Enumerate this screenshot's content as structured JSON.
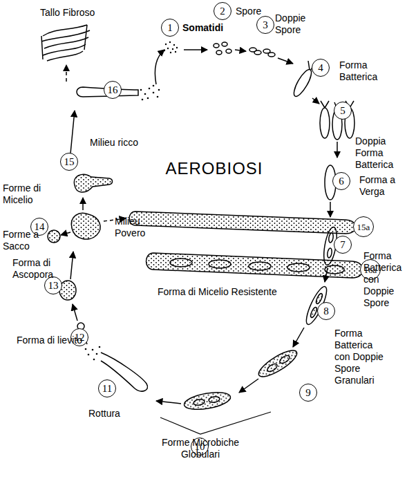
{
  "diagram": {
    "title": "AEROBIOSI",
    "nodes": [
      {
        "text": [
          "1"
        ]
      },
      {
        "text": [
          "2"
        ]
      },
      {
        "text": [
          "3"
        ]
      },
      {
        "text": [
          "4"
        ]
      },
      {
        "text": [
          "5"
        ]
      },
      {
        "text": [
          "6"
        ]
      },
      {
        "text": [
          "7"
        ]
      },
      {
        "text": [
          "8"
        ]
      },
      {
        "text": [
          "9"
        ]
      },
      {
        "text": [
          "10"
        ]
      },
      {
        "text": [
          "11"
        ]
      },
      {
        "text": [
          "12"
        ]
      },
      {
        "text": [
          "13"
        ]
      },
      {
        "text": [
          "14"
        ]
      },
      {
        "text": [
          "15"
        ]
      },
      {
        "text": [
          "16"
        ]
      },
      {
        "text": [
          "15a"
        ]
      },
      {
        "text": [
          "16a"
        ]
      }
    ],
    "labels": [
      "Tallo Fibroso",
      "Somatidi",
      "Spore",
      "Doppie Spore",
      "Forma Batterica",
      "Doppia Forma Batterica",
      "Forma a Verga",
      "Forma Batterica con Doppie Spore",
      "Forma Batterica con Doppie Spore Granulari",
      "Forme Microbiche Globulari",
      "Rottura",
      "Forma di lievito",
      "Forma di Ascopora",
      "Forme a Sacco",
      "Forme di Micelio",
      "Milieu Povero",
      "Milieu ricco",
      "Forma di Micelio Resistente"
    ]
  }
}
